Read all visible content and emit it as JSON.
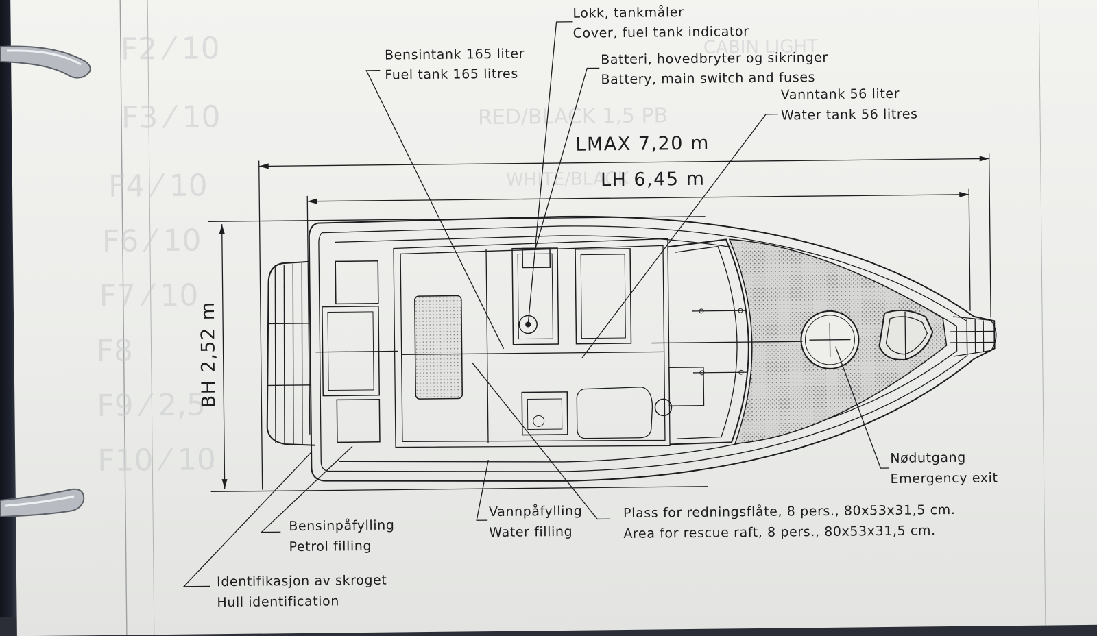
{
  "labels": {
    "lid_no": "Lokk, tankmåler",
    "lid_en": "Cover, fuel tank indicator",
    "fuel_no": "Bensintank 165 liter",
    "fuel_en": "Fuel tank 165 litres",
    "battery_no": "Batteri, hovedbryter og sikringer",
    "battery_en": "Battery, main switch and fuses",
    "water_tank_no": "Vanntank 56 liter",
    "water_tank_en": "Water tank 56 litres",
    "exit_no": "Nødutgang",
    "exit_en": "Emergency exit",
    "water_fill_no": "Vannpåfylling",
    "water_fill_en": "Water filling",
    "raft_no": "Plass for redningsflåte, 8 pers., 80x53x31,5 cm.",
    "raft_en": "Area for rescue raft, 8 pers., 80x53x31,5 cm.",
    "petrol_fill_no": "Bensinpåfylling",
    "petrol_fill_en": "Petrol filling",
    "hull_id_no": "Identifikasjon av skroget",
    "hull_id_en": "Hull identification"
  },
  "dimensions": {
    "lmax": "LMAX 7,20 m",
    "lh": "LH 6,45 m",
    "bh": "BH 2,52 m"
  },
  "colors": {
    "paper": "#eeeeeb",
    "ink": "#1e1e20",
    "binder": "#1a1d26",
    "ring": "#b8bcc2"
  }
}
